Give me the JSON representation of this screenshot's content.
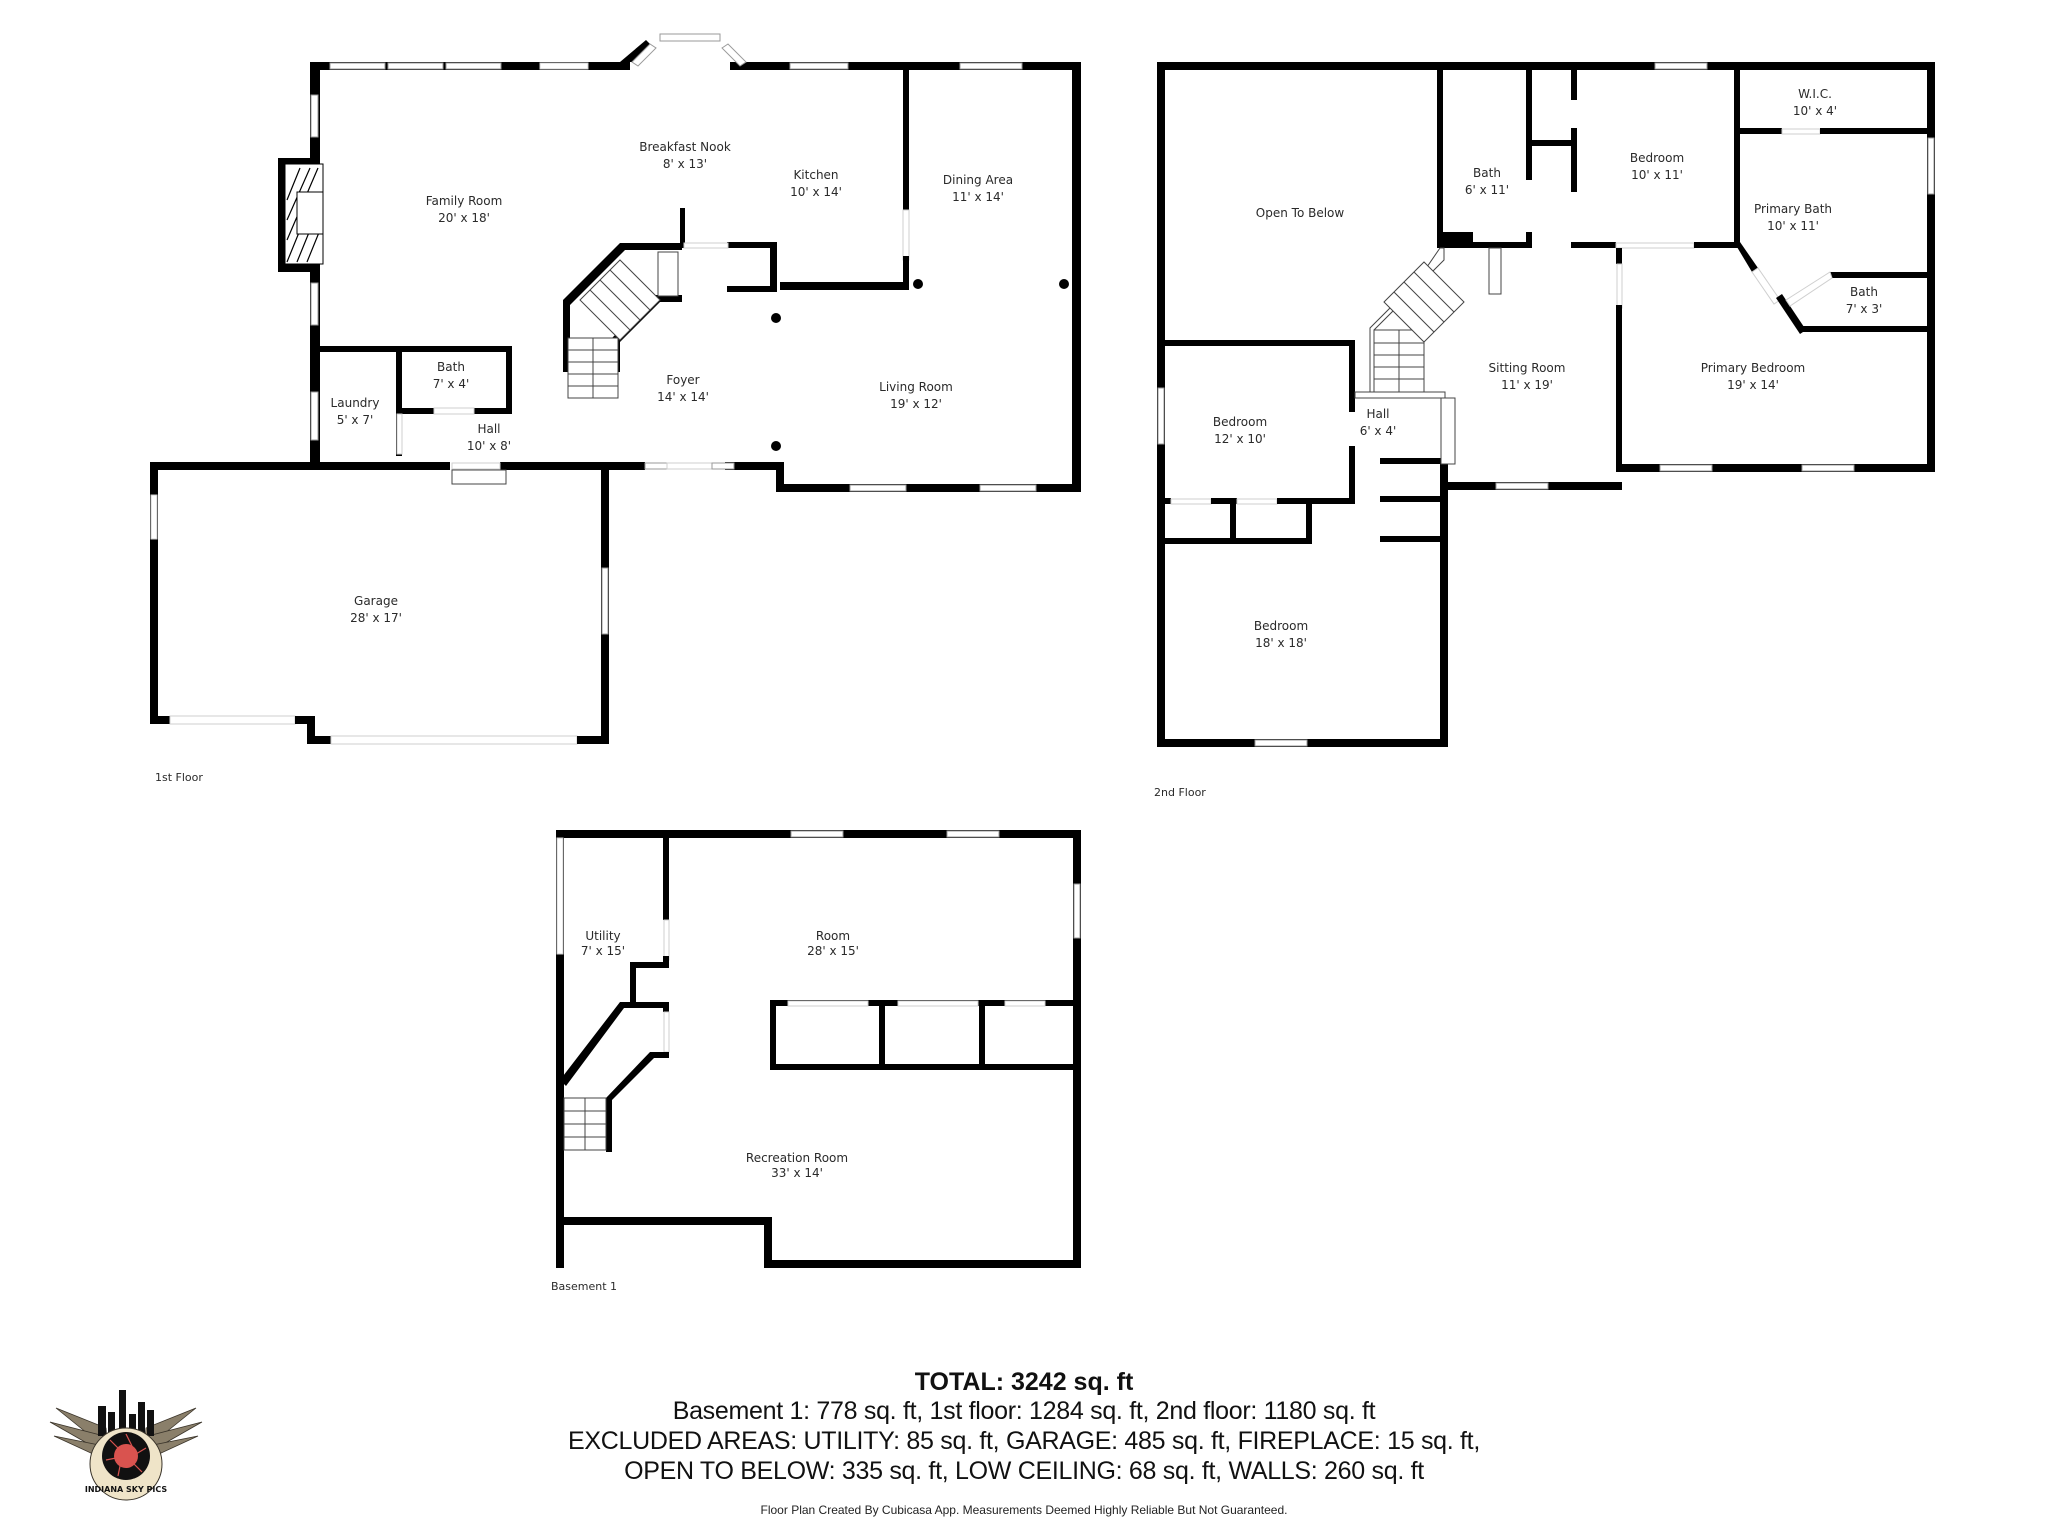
{
  "floors": {
    "first": {
      "label": "1st Floor",
      "rooms": [
        {
          "name": "Family Room",
          "dim": "20' x 18'"
        },
        {
          "name": "Breakfast Nook",
          "dim": "8' x 13'"
        },
        {
          "name": "Kitchen",
          "dim": "10' x 14'"
        },
        {
          "name": "Dining Area",
          "dim": "11' x 14'"
        },
        {
          "name": "Foyer",
          "dim": "14' x 14'"
        },
        {
          "name": "Living Room",
          "dim": "19' x 12'"
        },
        {
          "name": "Laundry",
          "dim": "5' x 7'"
        },
        {
          "name": "Bath",
          "dim": "7' x 4'"
        },
        {
          "name": "Hall",
          "dim": "10' x 8'"
        },
        {
          "name": "Garage",
          "dim": "28' x 17'"
        }
      ]
    },
    "second": {
      "label": "2nd Floor",
      "rooms": [
        {
          "name": "Open To Below",
          "dim": ""
        },
        {
          "name": "Bath",
          "dim": "6' x 11'"
        },
        {
          "name": "Bedroom",
          "dim": "10' x 11'"
        },
        {
          "name": "W.I.C.",
          "dim": "10' x 4'"
        },
        {
          "name": "Primary Bath",
          "dim": "10' x 11'"
        },
        {
          "name": "Bath",
          "dim": "7' x 3'"
        },
        {
          "name": "Sitting Room",
          "dim": "11' x 19'"
        },
        {
          "name": "Primary Bedroom",
          "dim": "19' x 14'"
        },
        {
          "name": "Bedroom",
          "dim": "12' x 10'"
        },
        {
          "name": "Hall",
          "dim": "6' x 4'"
        },
        {
          "name": "Bedroom",
          "dim": "18' x 18'"
        }
      ]
    },
    "basement": {
      "label": "Basement 1",
      "rooms": [
        {
          "name": "Utility",
          "dim": "7' x 15'"
        },
        {
          "name": "Room",
          "dim": "28' x 15'"
        },
        {
          "name": "Recreation Room",
          "dim": "33' x 14'"
        }
      ]
    }
  },
  "summary": {
    "total": "TOTAL: 3242 sq. ft",
    "line1": "Basement 1: 778 sq. ft, 1st floor: 1284 sq. ft, 2nd floor: 1180 sq. ft",
    "line2": "EXCLUDED AREAS: UTILITY: 85 sq. ft, GARAGE: 485 sq. ft, FIREPLACE: 15 sq. ft,",
    "line3": "OPEN TO BELOW: 335 sq. ft, LOW CEILING: 68 sq. ft, WALLS: 260 sq. ft"
  },
  "disclaimer": "Floor Plan Created By Cubicasa App. Measurements Deemed Highly Reliable But Not Guaranteed.",
  "logo": {
    "text": "INDIANA SKY PICS",
    "icon": "camera-shutter-wings-skyline-icon",
    "accent": "#d9534f"
  }
}
